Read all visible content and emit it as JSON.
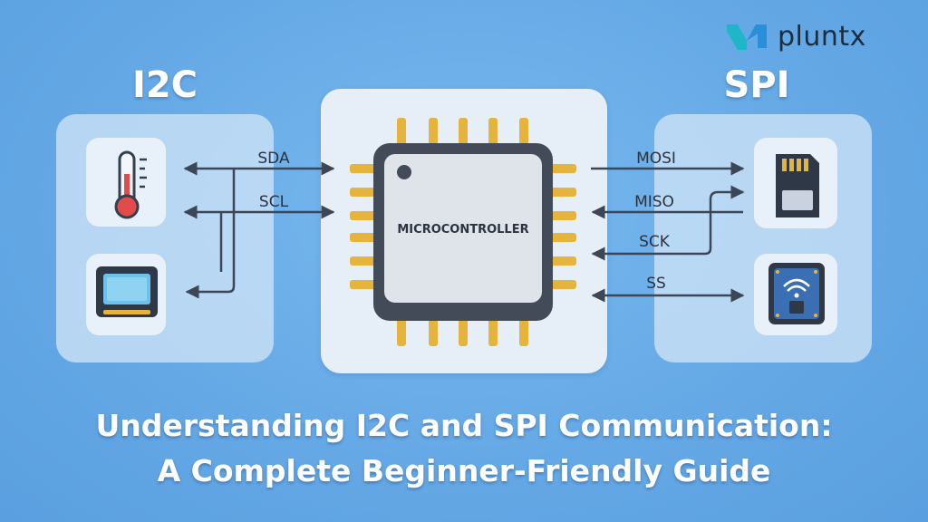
{
  "brand": {
    "name": "pluntx",
    "color": "#1c2d3f",
    "accent": "#1fb6c9"
  },
  "protocols": {
    "i2c": {
      "label": "I2C",
      "lines": [
        "SDA",
        "SCL"
      ]
    },
    "spi": {
      "label": "SPI",
      "lines": [
        "MOSI",
        "MISO",
        "SCK",
        "SS"
      ]
    }
  },
  "chip": {
    "label": "MICROCONTROLLER"
  },
  "devices": {
    "i2c": [
      "thermometer-icon",
      "lcd-display-icon"
    ],
    "spi": [
      "sd-card-icon",
      "wireless-module-icon"
    ]
  },
  "title": {
    "line1": "Understanding I2C and SPI Communication:",
    "line2": "A Complete Beginner-Friendly Guide"
  },
  "colors": {
    "background": "#65a9e6",
    "panel": "#d3e6f7",
    "center_panel": "#e6eef8",
    "chip_body": "#dfe3ea",
    "chip_border": "#4a5260",
    "pin": "#e6b43a",
    "wire": "#3b4656"
  }
}
